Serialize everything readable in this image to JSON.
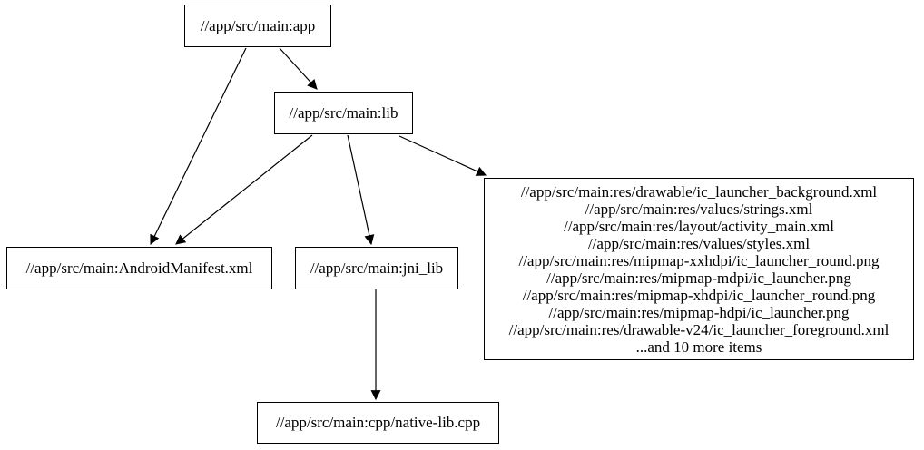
{
  "diagram": {
    "kind": "build-dependency-graph",
    "background_color": "#ffffff",
    "node_border_color": "#000000",
    "node_fill_color": "#ffffff",
    "edge_color": "#000000",
    "text_color": "#000000"
  },
  "nodes": {
    "app": {
      "label": "//app/src/main:app"
    },
    "lib": {
      "label": "//app/src/main:lib"
    },
    "android_manifest": {
      "label": "//app/src/main:AndroidManifest.xml"
    },
    "jni_lib": {
      "label": "//app/src/main:jni_lib"
    },
    "native_lib_cpp": {
      "label": "//app/src/main:cpp/native-lib.cpp"
    },
    "res_group": {
      "lines": [
        "//app/src/main:res/drawable/ic_launcher_background.xml",
        "//app/src/main:res/values/strings.xml",
        "//app/src/main:res/layout/activity_main.xml",
        "//app/src/main:res/values/styles.xml",
        "//app/src/main:res/mipmap-xxhdpi/ic_launcher_round.png",
        "//app/src/main:res/mipmap-mdpi/ic_launcher.png",
        "//app/src/main:res/mipmap-xhdpi/ic_launcher_round.png",
        "//app/src/main:res/mipmap-hdpi/ic_launcher.png",
        "//app/src/main:res/drawable-v24/ic_launcher_foreground.xml",
        "...and 10 more items"
      ]
    }
  },
  "edges": [
    {
      "from": "app",
      "to": "lib"
    },
    {
      "from": "app",
      "to": "android_manifest"
    },
    {
      "from": "lib",
      "to": "android_manifest"
    },
    {
      "from": "lib",
      "to": "jni_lib"
    },
    {
      "from": "lib",
      "to": "res_group"
    },
    {
      "from": "jni_lib",
      "to": "native_lib_cpp"
    }
  ]
}
